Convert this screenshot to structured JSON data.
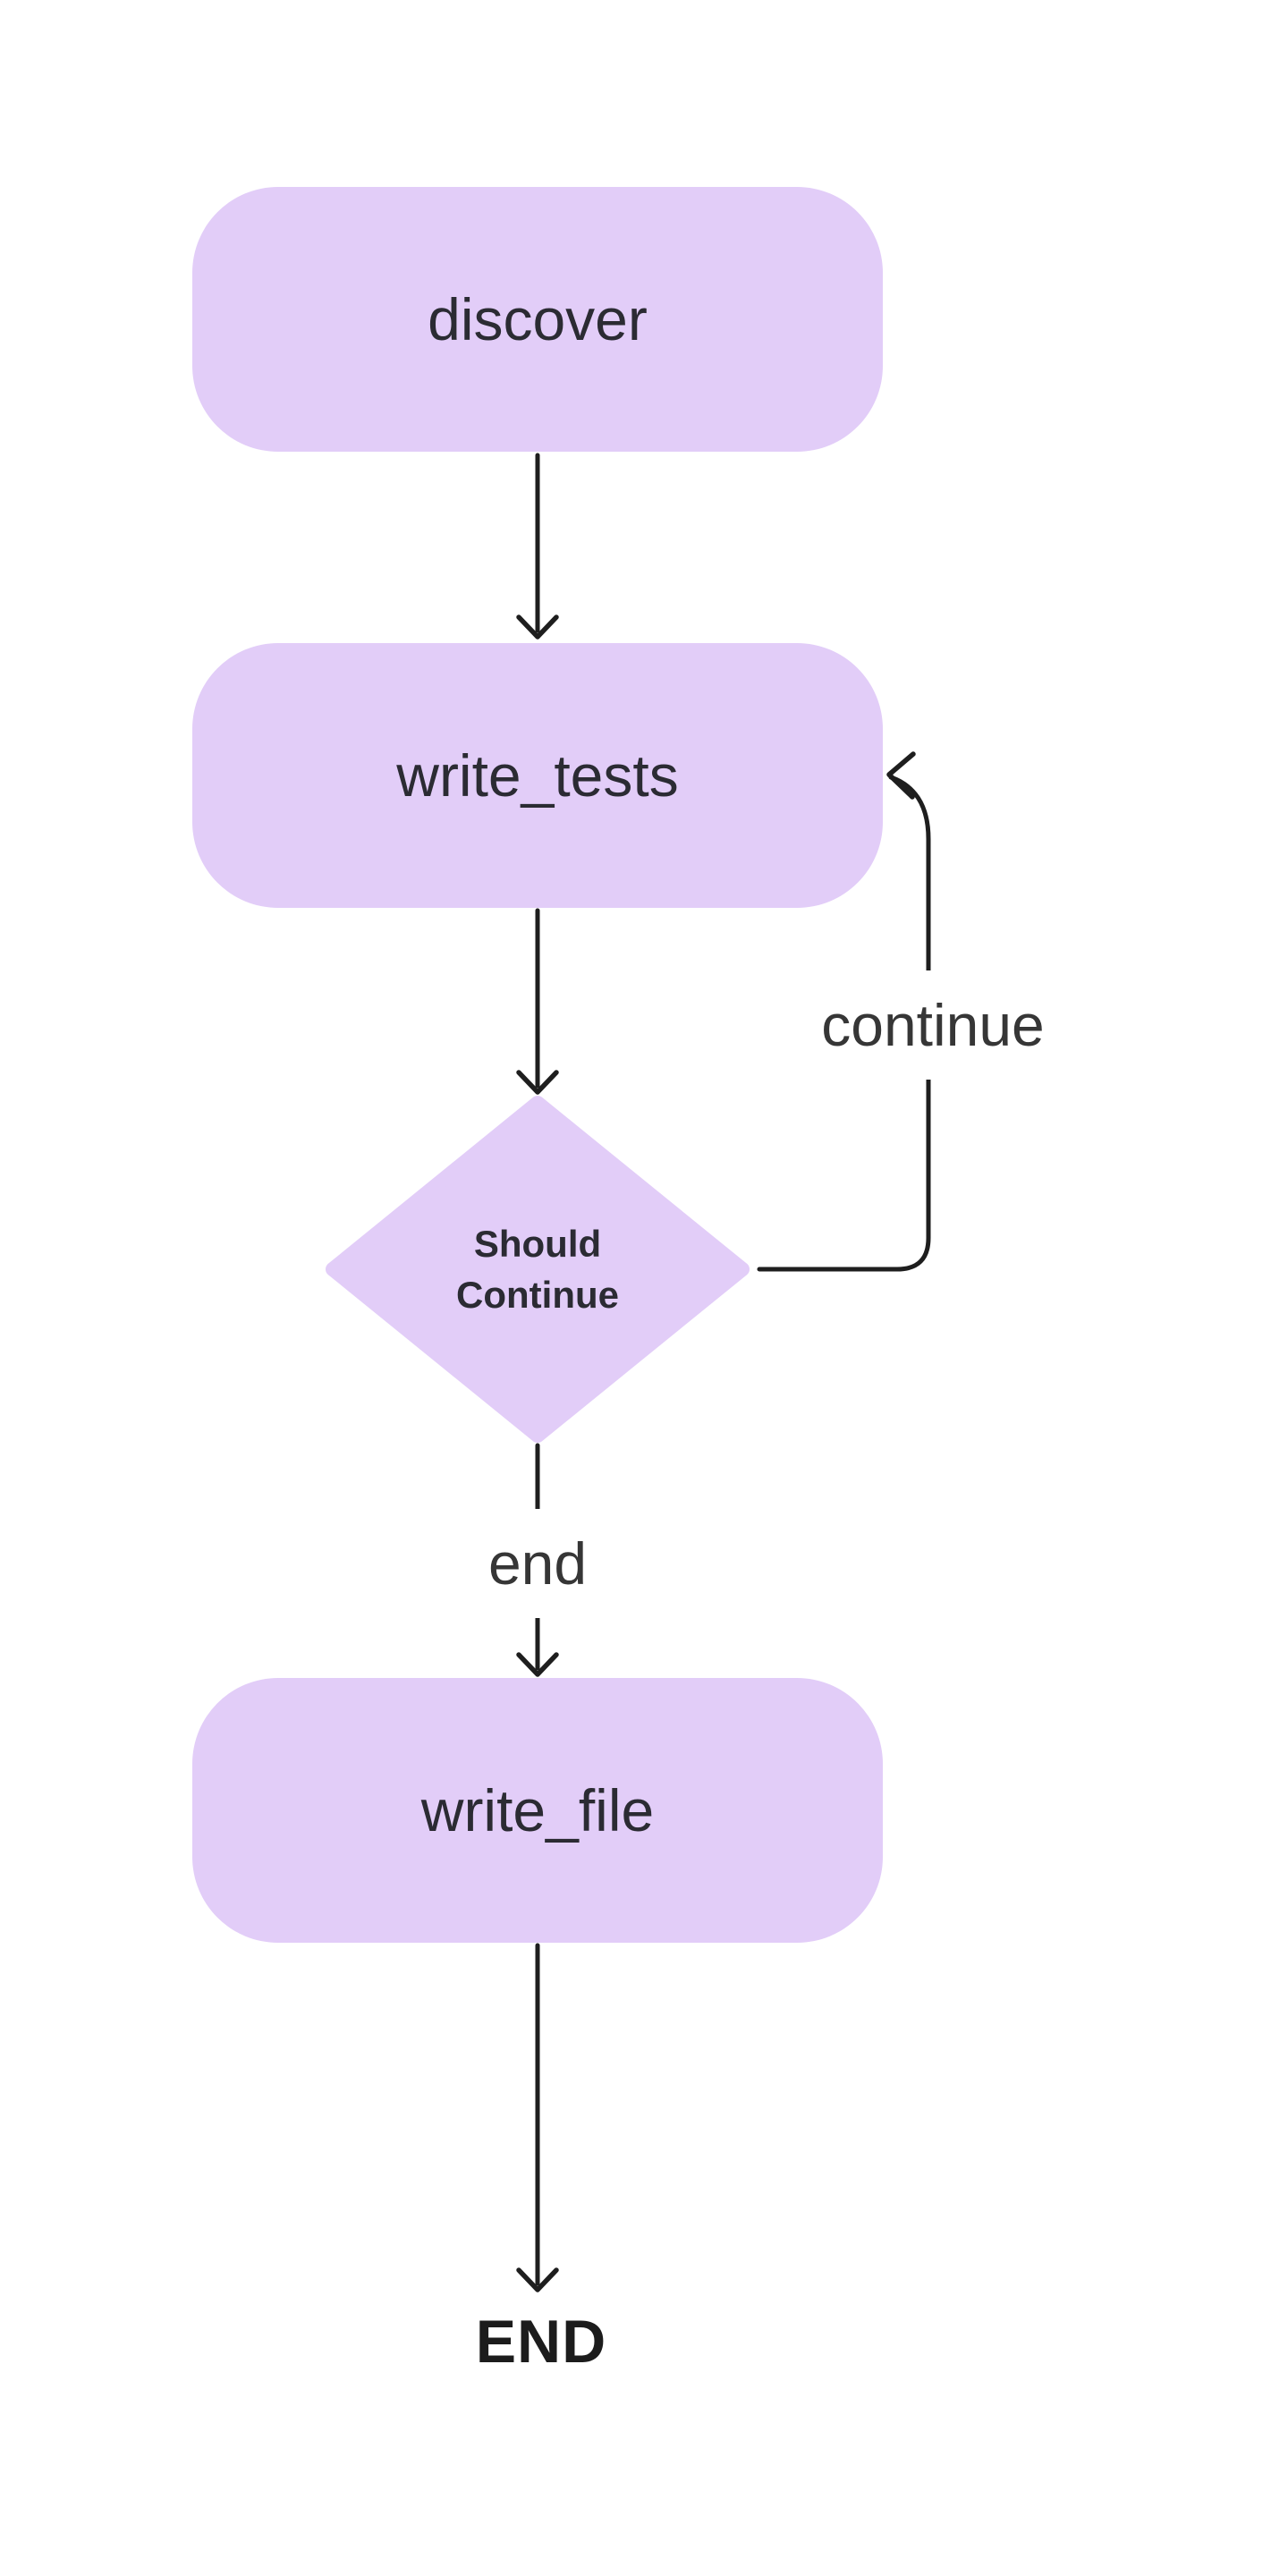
{
  "diagram": {
    "type": "flowchart",
    "direction": "top-down",
    "nodes": [
      {
        "id": "discover",
        "label": "discover",
        "shape": "rounded-rectangle"
      },
      {
        "id": "write_tests",
        "label": "write_tests",
        "shape": "rounded-rectangle"
      },
      {
        "id": "should_continue",
        "label": "Should Continue",
        "label_line1": "Should",
        "label_line2": "Continue",
        "shape": "diamond"
      },
      {
        "id": "write_file",
        "label": "write_file",
        "shape": "rounded-rectangle"
      },
      {
        "id": "end_terminal",
        "label": "END",
        "shape": "text"
      }
    ],
    "edges": [
      {
        "from": "discover",
        "to": "write_tests",
        "label": ""
      },
      {
        "from": "write_tests",
        "to": "should_continue",
        "label": ""
      },
      {
        "from": "should_continue",
        "to": "write_tests",
        "label": "continue"
      },
      {
        "from": "should_continue",
        "to": "write_file",
        "label": "end"
      },
      {
        "from": "write_file",
        "to": "end_terminal",
        "label": ""
      }
    ],
    "colors": {
      "background": "#ffffff",
      "node_fill": "#e2cdf8",
      "line": "#1e1e1e",
      "node_text": "#2b2b33",
      "edge_label_text": "#363636"
    }
  }
}
